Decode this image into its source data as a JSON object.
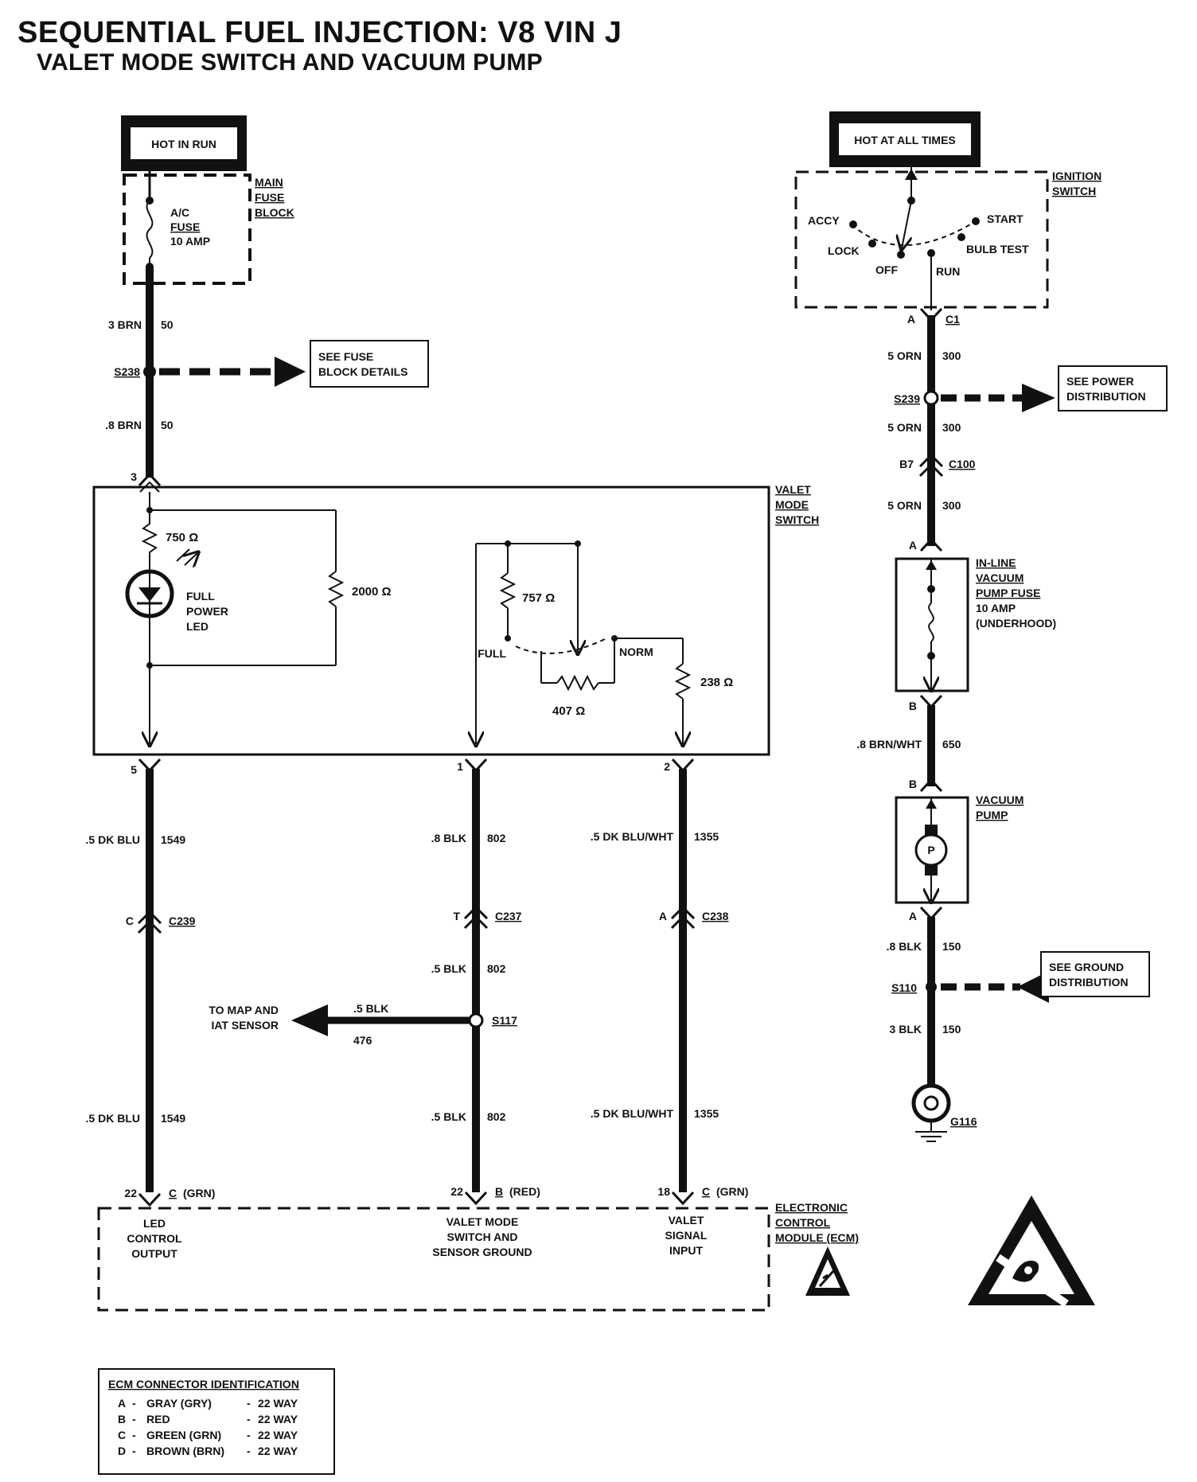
{
  "header": {
    "title": "SEQUENTIAL FUEL INJECTION:  V8  VIN J",
    "subtitle": "VALET MODE SWITCH AND VACUUM PUMP"
  },
  "left_circuit": {
    "hot_label": "HOT IN RUN",
    "fuse_block_lines": [
      "MAIN",
      "FUSE",
      "BLOCK"
    ],
    "fuse_lines": [
      "A/C",
      "FUSE",
      "10 AMP"
    ],
    "wire1_gauge": "3 BRN",
    "wire1_circuit": "50",
    "splice": "S238",
    "see_fuse_lines": [
      "SEE FUSE",
      "BLOCK DETAILS"
    ],
    "wire2_gauge": ".8 BRN",
    "wire2_circuit": "50",
    "pin_top": "3"
  },
  "valet_switch": {
    "label_lines": [
      "VALET",
      "MODE",
      "SWITCH"
    ],
    "r1": "750 Ω",
    "led_lines": [
      "FULL",
      "POWER",
      "LED"
    ],
    "r2": "2000 Ω",
    "r3": "757 Ω",
    "full": "FULL",
    "norm": "NORM",
    "r4": "407 Ω",
    "r5": "238 Ω",
    "pins": [
      "5",
      "1",
      "2"
    ]
  },
  "lower_wires": {
    "a_gauge": ".5 DK BLU",
    "a_circuit": "1549",
    "b_gauge": ".8 BLK",
    "b_circuit": "802",
    "c_gauge": ".5 DK BLU/WHT",
    "c_circuit": "1355",
    "c239_pin": "C",
    "c239": "C239",
    "c237_pin": "T",
    "c237": "C237",
    "c238_pin": "A",
    "c238": "C238",
    "b2_gauge": ".5 BLK",
    "b2_circuit": "802",
    "s117": "S117",
    "map_lines": [
      "TO MAP AND",
      "IAT SENSOR"
    ],
    "map_gauge": ".5 BLK",
    "map_circuit": "476",
    "a3_gauge": ".5 DK BLU",
    "a3_circuit": "1549",
    "b3_gauge": ".5 BLK",
    "b3_circuit": "802",
    "c3_gauge": ".5 DK BLU/WHT",
    "c3_circuit": "1355"
  },
  "ecm": {
    "pin_a_num": "22",
    "pin_a_conn": "C",
    "pin_a_color": "(GRN)",
    "pin_b_num": "22",
    "pin_b_conn": "B",
    "pin_b_color": "(RED)",
    "pin_c_num": "18",
    "pin_c_conn": "C",
    "pin_c_color": "(GRN)",
    "func_a": [
      "LED",
      "CONTROL",
      "OUTPUT"
    ],
    "func_b": [
      "VALET MODE",
      "SWITCH AND",
      "SENSOR GROUND"
    ],
    "func_c": [
      "VALET",
      "SIGNAL",
      "INPUT"
    ],
    "label_lines": [
      "ELECTRONIC",
      "CONTROL",
      "MODULE (ECM)"
    ]
  },
  "right_circuit": {
    "hot_label": "HOT AT ALL TIMES",
    "ign_lines": [
      "IGNITION",
      "SWITCH"
    ],
    "accy": "ACCY",
    "lock": "LOCK",
    "off": "OFF",
    "run": "RUN",
    "start": "START",
    "bulb": "BULB TEST",
    "c1_pin": "A",
    "c1": "C1",
    "w1_gauge": "5 ORN",
    "w1_circuit": "300",
    "s239": "S239",
    "see_power_lines": [
      "SEE POWER",
      "DISTRIBUTION"
    ],
    "w2_gauge": "5 ORN",
    "w2_circuit": "300",
    "c100_pin": "B7",
    "c100": "C100",
    "w3_gauge": "5 ORN",
    "w3_circuit": "300",
    "fuse_pin_a": "A",
    "fuse_lines": [
      "IN-LINE",
      "VACUUM",
      "PUMP FUSE",
      "10 AMP",
      "(UNDERHOOD)"
    ],
    "fuse_pin_b": "B",
    "w4_gauge": ".8 BRN/WHT",
    "w4_circuit": "650",
    "pump_pin_b": "B",
    "pump_lines": [
      "VACUUM",
      "PUMP"
    ],
    "motor_symbol": "P",
    "pump_pin_a": "A",
    "w5_gauge": ".8 BLK",
    "w5_circuit": "150",
    "s110": "S110",
    "see_ground_lines": [
      "SEE GROUND",
      "DISTRIBUTION"
    ],
    "w6_gauge": "3 BLK",
    "w6_circuit": "150",
    "ground": "G116"
  },
  "connector_table": {
    "title": "ECM CONNECTOR IDENTIFICATION",
    "rows": [
      {
        "letter": "A",
        "name": "GRAY (GRY)",
        "ways": "22 WAY"
      },
      {
        "letter": "B",
        "name": "RED",
        "ways": "22 WAY"
      },
      {
        "letter": "C",
        "name": "GREEN (GRN)",
        "ways": "22 WAY"
      },
      {
        "letter": "D",
        "name": "BROWN (BRN)",
        "ways": "22 WAY"
      }
    ]
  }
}
